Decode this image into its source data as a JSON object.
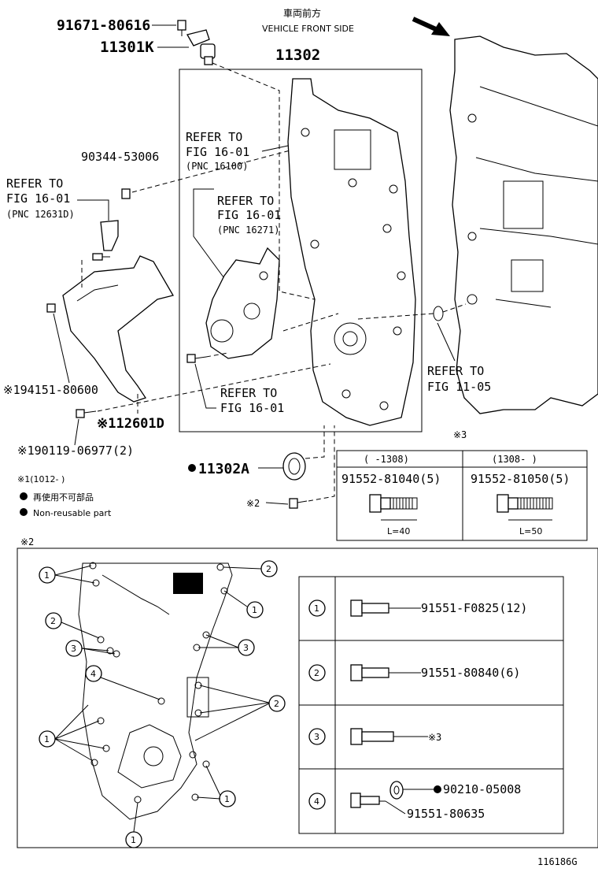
{
  "header": {
    "direction_jp": "車両前方",
    "direction_en": "VEHICLE FRONT SIDE"
  },
  "parts": {
    "p1": "91671-80616",
    "p2": "11301K",
    "p3": "11302",
    "p4": "90344-53006",
    "p5": "※194151-80600",
    "p6": "※112601D",
    "p7": "※190119-06977(2)",
    "p8": "11302A",
    "p9": "※2"
  },
  "refs": {
    "r1": [
      "REFER TO",
      "FIG 16-01",
      "(PNC 16100)"
    ],
    "r2": [
      "REFER TO",
      "FIG 16-01",
      "(PNC 12631D)"
    ],
    "r3": [
      "REFER TO",
      "FIG 16-01",
      "(PNC 16271)"
    ],
    "r4": [
      "REFER TO",
      "FIG 16-01"
    ],
    "r5": [
      "REFER TO",
      "FIG 11-05"
    ]
  },
  "notes": {
    "n1": "※1(1012-     )",
    "n2": "再使用不可部品",
    "n3": "Non-reusable part"
  },
  "table3": {
    "mark": "※3",
    "col1_head": "(     -1308)",
    "col2_head": "(1308-     )",
    "col1_part": "91552-81040(5)",
    "col2_part": "91552-81050(5)",
    "col1_len": "L=40",
    "col2_len": "L=50"
  },
  "section2": {
    "mark": "※2",
    "rows": [
      {
        "num": "1",
        "part": "91551-F0825(12)"
      },
      {
        "num": "2",
        "part": "91551-80840(6)"
      },
      {
        "num": "3",
        "part": "※3"
      },
      {
        "num": "4",
        "part": "91551-80635",
        "part2": "90210-05008"
      }
    ]
  },
  "footer": {
    "code": "116186G"
  }
}
